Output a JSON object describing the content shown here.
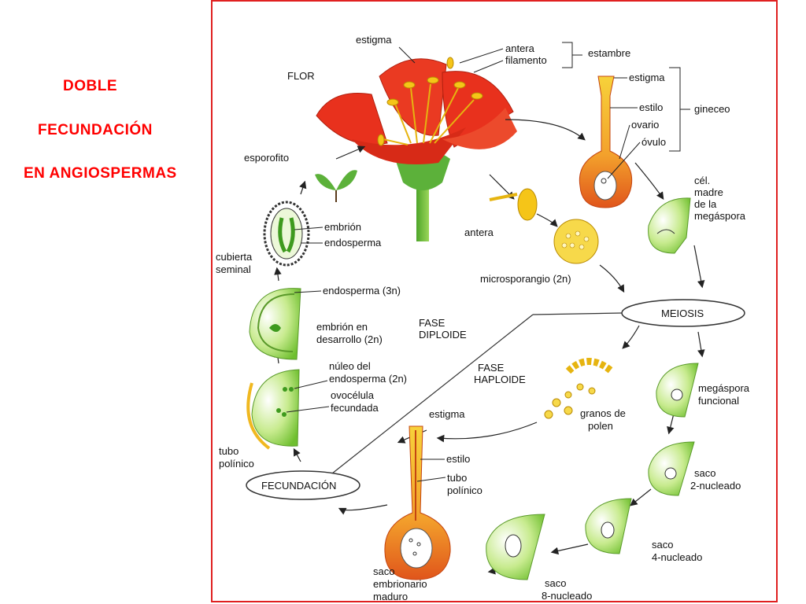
{
  "title": {
    "line1": "DOBLE",
    "line2": "FECUNDACIÓN",
    "line3": "EN ANGIOSPERMAS"
  },
  "labels": {
    "flor": "FLOR",
    "estigma_top": "estigma",
    "antera_top": "antera",
    "filamento": "filamento",
    "estambre": "estambre",
    "estigma_pistil": "estigma",
    "estilo_pistil": "estilo",
    "gineceo": "gineceo",
    "ovario": "ovario",
    "ovulo": "óvulo",
    "esporofito": "esporofito",
    "cel_madre_1": "cél.",
    "cel_madre_2": "madre",
    "cel_madre_3": "de la",
    "cel_madre_4": "megáspora",
    "embrion": "embrión",
    "endosperma": "endosperma",
    "antera_mid": "antera",
    "cubierta_1": "cubierta",
    "cubierta_2": "seminal",
    "microsporangio": "microsporangio (2n)",
    "meiosis": "MEIOSIS",
    "endosperma_3n": "endosperma (3n)",
    "fase_diploide_1": "FASE",
    "fase_diploide_2": "DIPLOIDE",
    "embrion_des_1": "embrión en",
    "embrion_des_2": "desarrollo (2n)",
    "nucleo_1": "núleo del",
    "nucleo_2": "endosperma (2n)",
    "fase_haploide_1": "FASE",
    "fase_haploide_2": "HAPLOIDE",
    "ovocelula_1": "ovocélula",
    "ovocelula_2": "fecundada",
    "megaspora_1": "megáspora",
    "megaspora_2": "funcional",
    "granos_1": "granos de",
    "granos_2": "polen",
    "estigma_low": "estigma",
    "tubo_left_1": "tubo",
    "tubo_left_2": "polínico",
    "estilo_low": "estilo",
    "tubo_low_1": "tubo",
    "tubo_low_2": "polínico",
    "saco2_1": "saco",
    "saco2_2": "2-nucleado",
    "fecundacion": "FECUNDACIÓN",
    "saco4_1": "saco",
    "saco4_2": "4-nucleado",
    "saco_maduro_1": "saco",
    "saco_maduro_2": "embrionario",
    "saco_maduro_3": "maduro",
    "saco8_1": "saco",
    "saco8_2": "8-nucleado"
  },
  "colors": {
    "title_red": "#ff0000",
    "frame_red": "#e02020",
    "petal_red": "#e8311d",
    "anther_yellow": "#f5c518",
    "ovule_green": "#8fd14f",
    "pistil_orange": "#f08a1c"
  }
}
